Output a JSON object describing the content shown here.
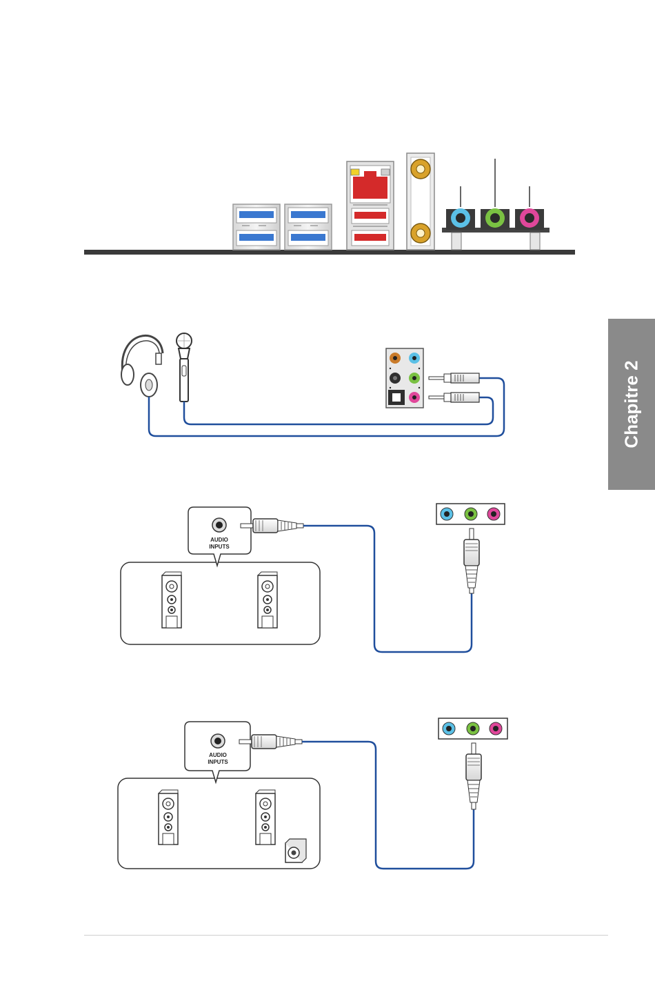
{
  "side_tab": {
    "label": "Chapitre 2"
  },
  "speaker_diagrams": [
    {
      "label_line1": "AUDIO",
      "label_line2": "INPUTS"
    },
    {
      "label_line1": "AUDIO",
      "label_line2": "INPUTS"
    }
  ],
  "colors": {
    "cable_blue": "#1f4e9c",
    "jack_blue": "#5bc0e6",
    "jack_green": "#7ac142",
    "jack_pink": "#e0479a",
    "jack_orange": "#c97b2a",
    "lan_red": "#d42a2a",
    "usb_blue": "#3a78d0",
    "antenna_gold": "#d9a22a",
    "tab_gray": "#8a8a8a"
  }
}
